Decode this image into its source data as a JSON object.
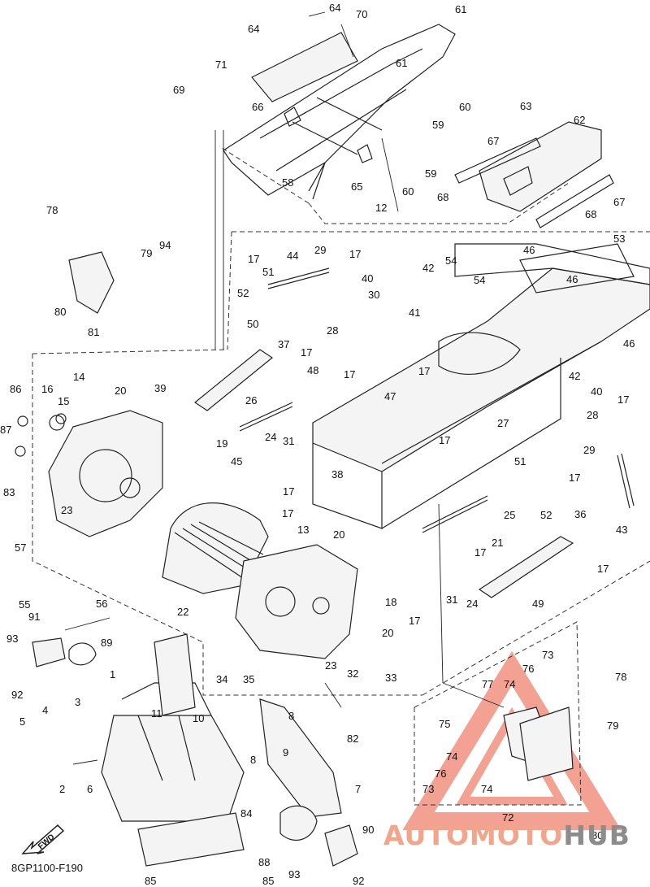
{
  "diagram": {
    "code": "8GP1100-F190",
    "fwd_label": "FWD",
    "labels": [
      {
        "id": "64a",
        "text": "64"
      },
      {
        "id": "70",
        "text": "70"
      },
      {
        "id": "61a",
        "text": "61"
      },
      {
        "id": "64b",
        "text": "64"
      },
      {
        "id": "71",
        "text": "71"
      },
      {
        "id": "61b",
        "text": "61"
      },
      {
        "id": "69",
        "text": "69"
      },
      {
        "id": "66",
        "text": "66"
      },
      {
        "id": "60a",
        "text": "60"
      },
      {
        "id": "59a",
        "text": "59"
      },
      {
        "id": "63",
        "text": "63"
      },
      {
        "id": "62",
        "text": "62"
      },
      {
        "id": "67a",
        "text": "67"
      },
      {
        "id": "58",
        "text": "58"
      },
      {
        "id": "65",
        "text": "65"
      },
      {
        "id": "59b",
        "text": "59"
      },
      {
        "id": "60b",
        "text": "60"
      },
      {
        "id": "68a",
        "text": "68"
      },
      {
        "id": "67b",
        "text": "67"
      },
      {
        "id": "68b",
        "text": "68"
      },
      {
        "id": "12",
        "text": "12"
      },
      {
        "id": "78a",
        "text": "78"
      },
      {
        "id": "94",
        "text": "94"
      },
      {
        "id": "79a",
        "text": "79"
      },
      {
        "id": "53",
        "text": "53"
      },
      {
        "id": "46a",
        "text": "46"
      },
      {
        "id": "17a",
        "text": "17"
      },
      {
        "id": "44",
        "text": "44"
      },
      {
        "id": "29a",
        "text": "29"
      },
      {
        "id": "17b",
        "text": "17"
      },
      {
        "id": "51a",
        "text": "51"
      },
      {
        "id": "42a",
        "text": "42"
      },
      {
        "id": "54a",
        "text": "54"
      },
      {
        "id": "40a",
        "text": "40"
      },
      {
        "id": "54b",
        "text": "54"
      },
      {
        "id": "46b",
        "text": "46"
      },
      {
        "id": "52a",
        "text": "52"
      },
      {
        "id": "30",
        "text": "30"
      },
      {
        "id": "80a",
        "text": "80"
      },
      {
        "id": "41",
        "text": "41"
      },
      {
        "id": "28a",
        "text": "28"
      },
      {
        "id": "81",
        "text": "81"
      },
      {
        "id": "46c",
        "text": "46"
      },
      {
        "id": "50",
        "text": "50"
      },
      {
        "id": "37",
        "text": "37"
      },
      {
        "id": "17c",
        "text": "17"
      },
      {
        "id": "48",
        "text": "48"
      },
      {
        "id": "42b",
        "text": "42"
      },
      {
        "id": "14",
        "text": "14"
      },
      {
        "id": "17d",
        "text": "17"
      },
      {
        "id": "17e",
        "text": "17"
      },
      {
        "id": "86",
        "text": "86"
      },
      {
        "id": "16",
        "text": "16"
      },
      {
        "id": "20a",
        "text": "20"
      },
      {
        "id": "39",
        "text": "39"
      },
      {
        "id": "40b",
        "text": "40"
      },
      {
        "id": "15",
        "text": "15"
      },
      {
        "id": "47",
        "text": "47"
      },
      {
        "id": "17f",
        "text": "17"
      },
      {
        "id": "26",
        "text": "26"
      },
      {
        "id": "28b",
        "text": "28"
      },
      {
        "id": "87",
        "text": "87"
      },
      {
        "id": "27",
        "text": "27"
      },
      {
        "id": "24a",
        "text": "24"
      },
      {
        "id": "31a",
        "text": "31"
      },
      {
        "id": "19",
        "text": "19"
      },
      {
        "id": "17g",
        "text": "17"
      },
      {
        "id": "29b",
        "text": "29"
      },
      {
        "id": "17h",
        "text": "17"
      },
      {
        "id": "83",
        "text": "83"
      },
      {
        "id": "45",
        "text": "45"
      },
      {
        "id": "51b",
        "text": "51"
      },
      {
        "id": "17i",
        "text": "17"
      },
      {
        "id": "38",
        "text": "38"
      },
      {
        "id": "36",
        "text": "36"
      },
      {
        "id": "43",
        "text": "43"
      },
      {
        "id": "23a",
        "text": "23"
      },
      {
        "id": "17j",
        "text": "17"
      },
      {
        "id": "25",
        "text": "25"
      },
      {
        "id": "52b",
        "text": "52"
      },
      {
        "id": "20b",
        "text": "20"
      },
      {
        "id": "21",
        "text": "21"
      },
      {
        "id": "13",
        "text": "13"
      },
      {
        "id": "17k",
        "text": "17"
      },
      {
        "id": "57",
        "text": "57"
      },
      {
        "id": "17l",
        "text": "17"
      },
      {
        "id": "31b",
        "text": "31"
      },
      {
        "id": "24b",
        "text": "24"
      },
      {
        "id": "55",
        "text": "55"
      },
      {
        "id": "56",
        "text": "56"
      },
      {
        "id": "22",
        "text": "22"
      },
      {
        "id": "18",
        "text": "18"
      },
      {
        "id": "49",
        "text": "49"
      },
      {
        "id": "91",
        "text": "91"
      },
      {
        "id": "17m",
        "text": "17"
      },
      {
        "id": "20c",
        "text": "20"
      },
      {
        "id": "89",
        "text": "89"
      },
      {
        "id": "93a",
        "text": "93"
      },
      {
        "id": "23b",
        "text": "23"
      },
      {
        "id": "32",
        "text": "32"
      },
      {
        "id": "33",
        "text": "33"
      },
      {
        "id": "34",
        "text": "34"
      },
      {
        "id": "35",
        "text": "35"
      },
      {
        "id": "73a",
        "text": "73"
      },
      {
        "id": "1",
        "text": "1"
      },
      {
        "id": "76a",
        "text": "76"
      },
      {
        "id": "77",
        "text": "77"
      },
      {
        "id": "74a",
        "text": "74"
      },
      {
        "id": "78b",
        "text": "78"
      },
      {
        "id": "92a",
        "text": "92"
      },
      {
        "id": "3",
        "text": "3"
      },
      {
        "id": "11",
        "text": "11"
      },
      {
        "id": "10",
        "text": "10"
      },
      {
        "id": "8a",
        "text": "8"
      },
      {
        "id": "82",
        "text": "82"
      },
      {
        "id": "4",
        "text": "4"
      },
      {
        "id": "75",
        "text": "75"
      },
      {
        "id": "79b",
        "text": "79"
      },
      {
        "id": "5",
        "text": "5"
      },
      {
        "id": "9",
        "text": "9"
      },
      {
        "id": "74b",
        "text": "74"
      },
      {
        "id": "8b",
        "text": "8"
      },
      {
        "id": "7",
        "text": "7"
      },
      {
        "id": "76b",
        "text": "76"
      },
      {
        "id": "2",
        "text": "2"
      },
      {
        "id": "6",
        "text": "6"
      },
      {
        "id": "73b",
        "text": "73"
      },
      {
        "id": "74c",
        "text": "74"
      },
      {
        "id": "72",
        "text": "72"
      },
      {
        "id": "84",
        "text": "84"
      },
      {
        "id": "90",
        "text": "90"
      },
      {
        "id": "80b",
        "text": "80"
      },
      {
        "id": "88",
        "text": "88"
      },
      {
        "id": "93b",
        "text": "93"
      },
      {
        "id": "85a",
        "text": "85"
      },
      {
        "id": "85b",
        "text": "85"
      },
      {
        "id": "92b",
        "text": "92"
      }
    ]
  },
  "watermark": {
    "brand_part1": "AUTOMOTO",
    "brand_part2": "HUB",
    "color_accent": "#e8553a",
    "color_gray": "#8c8c8c"
  }
}
